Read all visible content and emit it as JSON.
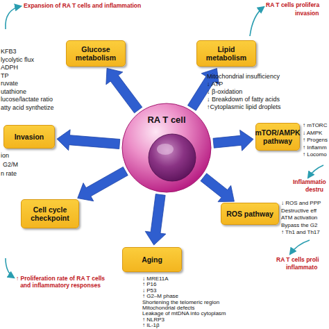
{
  "diagram": {
    "nodes": [
      {
        "text": [
          "Glucose metabolism"
        ]
      },
      {
        "text": [
          "Lipid metabolism"
        ]
      },
      {
        "text": [
          "Invasion"
        ]
      },
      {
        "text": [
          "RA T cell"
        ]
      },
      {
        "text": [
          "mTOR/AMPK pathway"
        ]
      },
      {
        "text": [
          "Cell cycle checkpoint"
        ]
      },
      {
        "text": [
          "ROS pathway"
        ]
      },
      {
        "text": [
          "Aging"
        ]
      }
    ],
    "edges": [
      {
        "from": 3,
        "to": 0,
        "arrow": "to"
      },
      {
        "from": 3,
        "to": 1,
        "arrow": "to"
      },
      {
        "from": 3,
        "to": 2,
        "arrow": "to"
      },
      {
        "from": 3,
        "to": 4,
        "arrow": "to"
      },
      {
        "from": 3,
        "to": 5,
        "arrow": "to"
      },
      {
        "from": 3,
        "to": 6,
        "arrow": "to"
      },
      {
        "from": 3,
        "to": 7,
        "arrow": "to"
      }
    ],
    "labels": [
      "Expansion of RA T cells and inflammation",
      "KFB3",
      "lycolytic flux",
      "ADPH",
      "TP",
      "ruvate",
      "utathione",
      "lucose/lactate ratio",
      "atty acid synthetize",
      "RA T cells prolifera",
      "invasion",
      "Mitochondrial insufficiency",
      "↓ ATP",
      "↓ β-oxidation",
      "↓ Breakdown of fatty acids",
      "↑Cytoplasmic lipid droplets",
      "↑ mTORC",
      "↓ AMPK",
      "↑ Progens",
      "↑ Inflamm",
      "↑ Locomo",
      "Inflammatio",
      "destru",
      "↓ ROS and PPP",
      "Destructive eff",
      "ATM activation",
      "Bypass the G2",
      "↑ Th1 and Th17",
      "RA T cells proli",
      "inflammato",
      "ion",
      "G2/M",
      "n rate",
      "↑ Proliferation rate of RA T cells and inflammatory responses",
      "↓ MRE11A",
      "↑ P16",
      "↓ P53",
      "↑ G2–M phase",
      "Shortening the telomeric region",
      "Mitochondrial defects",
      "Leakage of mtDNA into cytoplasm",
      "↑ NLRP3",
      "↑ IL-1β"
    ]
  }
}
